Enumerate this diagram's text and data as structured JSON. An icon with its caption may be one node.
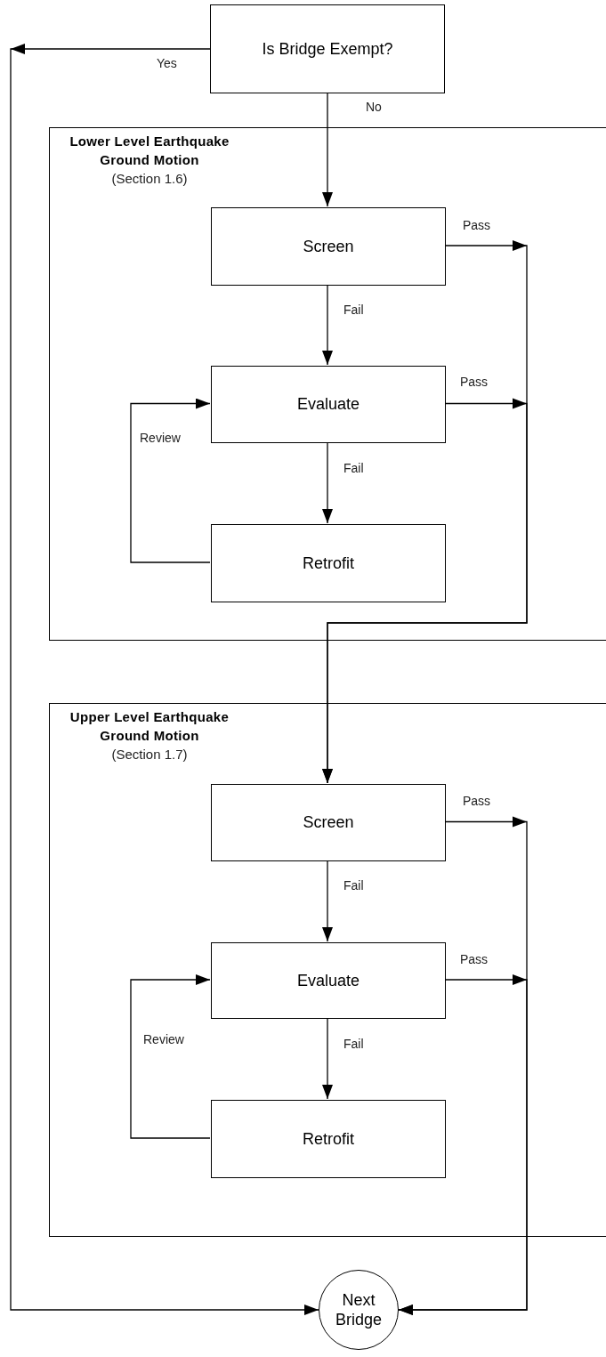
{
  "diagram": {
    "nodes": [
      {
        "text": [
          "Is Bridge Exempt?"
        ]
      },
      {
        "text": [
          "Lower Level Earthquake Ground Motion",
          "(Section 1.6)"
        ]
      },
      {
        "text": [
          "Screen"
        ],
        "in": 1
      },
      {
        "text": [
          "Evaluate"
        ],
        "in": 1
      },
      {
        "text": [
          "Retrofit"
        ],
        "in": 1
      },
      {
        "text": [
          "Upper Level Earthquake Ground Motion",
          "(Section 1.7)"
        ]
      },
      {
        "text": [
          "Screen"
        ],
        "in": 5
      },
      {
        "text": [
          "Evaluate"
        ],
        "in": 5
      },
      {
        "text": [
          "Retrofit"
        ],
        "in": 5
      },
      {
        "text": [
          "Next Bridge"
        ]
      }
    ],
    "edges": [
      {
        "from": 0,
        "to": 9,
        "arrow": "to",
        "label": "Yes"
      },
      {
        "from": 0,
        "to": 2,
        "arrow": "to",
        "label": "No"
      },
      {
        "from": 2,
        "to": 6,
        "arrow": "to",
        "label": "Pass"
      },
      {
        "from": 2,
        "to": 3,
        "arrow": "to",
        "label": "Fail"
      },
      {
        "from": 3,
        "to": 6,
        "arrow": "to",
        "label": "Pass"
      },
      {
        "from": 3,
        "to": 4,
        "arrow": "to",
        "label": "Fail"
      },
      {
        "from": 4,
        "to": 3,
        "arrow": "to",
        "label": "Review"
      },
      {
        "from": 6,
        "to": 9,
        "arrow": "to",
        "label": "Pass"
      },
      {
        "from": 6,
        "to": 7,
        "arrow": "to",
        "label": "Fail"
      },
      {
        "from": 7,
        "to": 9,
        "arrow": "to",
        "label": "Pass"
      },
      {
        "from": 7,
        "to": 8,
        "arrow": "to",
        "label": "Fail"
      },
      {
        "from": 8,
        "to": 7,
        "arrow": "to",
        "label": "Review"
      }
    ]
  }
}
